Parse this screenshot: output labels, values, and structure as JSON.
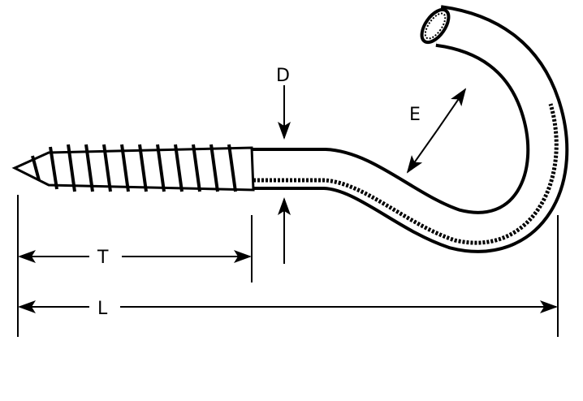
{
  "labels": {
    "diameter": "D",
    "opening": "E",
    "thread_length": "T",
    "overall_length": "L"
  },
  "colors": {
    "line": "#000000",
    "background": "#ffffff"
  }
}
